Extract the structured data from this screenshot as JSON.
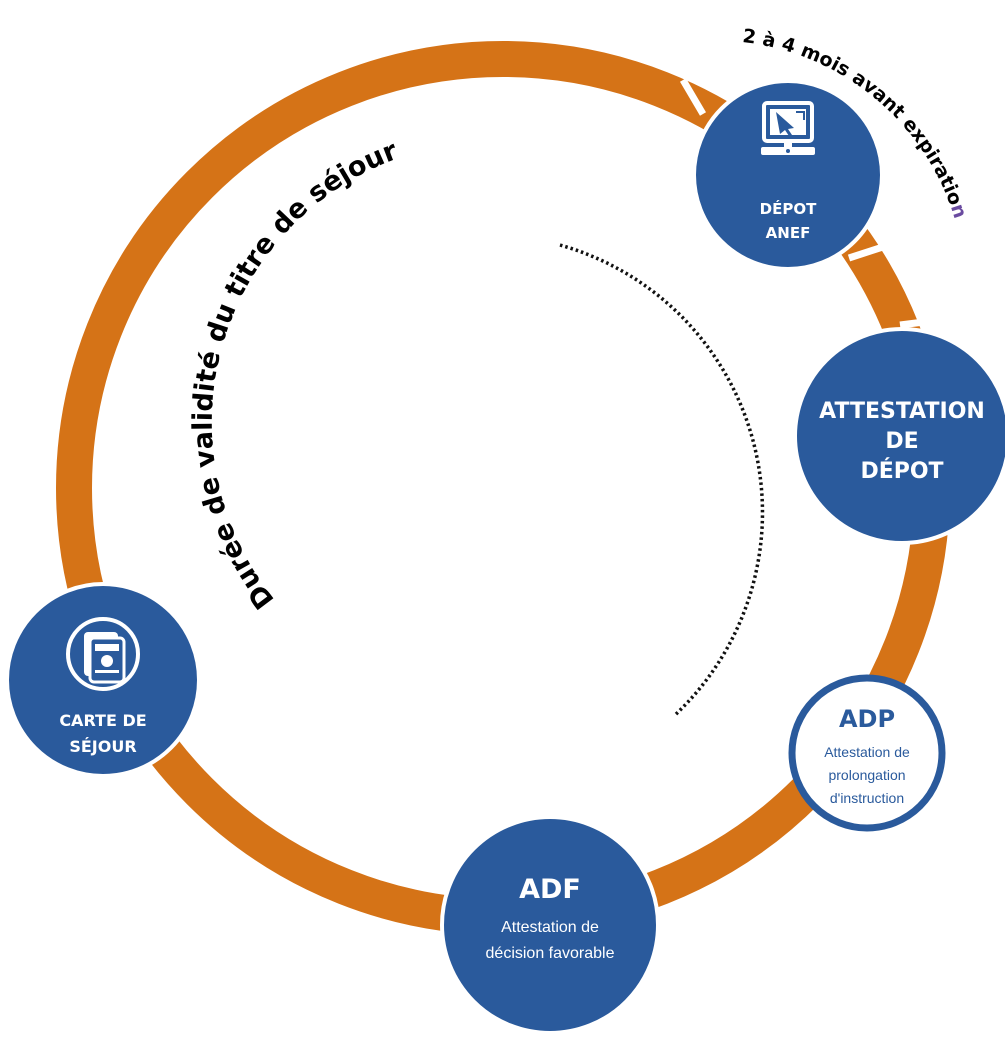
{
  "colors": {
    "ring": "#D57317",
    "node": "#2A5A9C",
    "white": "#ffffff",
    "text_dark": "#000000",
    "accent_letter": "#6A4BA0"
  },
  "arc_labels": {
    "inner": "Durée de validité du titre de séjour",
    "outer_main": "2 à 4 mois avant expiratio",
    "outer_accent": "n"
  },
  "nodes": {
    "depot_anef": {
      "icon": "computer-icon",
      "line1": "DÉPOT",
      "line2": "ANEF"
    },
    "attestation_depot": {
      "line1": "ATTESTATION",
      "line2": "DE",
      "line3": "DÉPOT"
    },
    "adp": {
      "title": "ADP",
      "sub1": "Attestation de",
      "sub2": "prolongation",
      "sub3": "d'instruction"
    },
    "adf": {
      "title": "ADF",
      "sub1": "Attestation de",
      "sub2": "décision favorable"
    },
    "carte_sejour": {
      "icon": "id-cards-icon",
      "line1": "CARTE DE",
      "line2": "SÉJOUR"
    }
  }
}
